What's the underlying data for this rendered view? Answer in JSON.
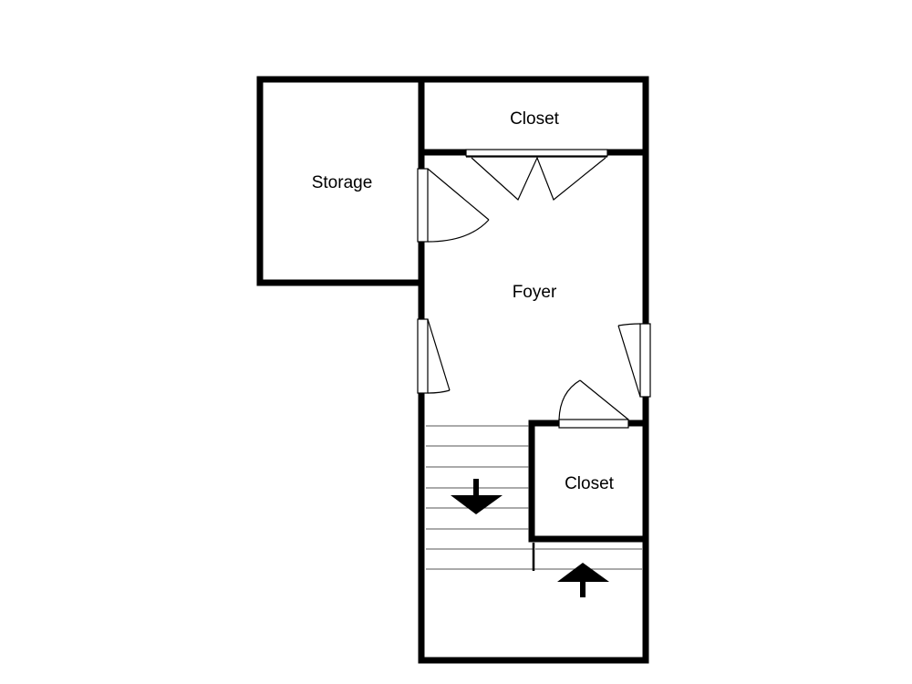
{
  "rooms": {
    "storage": "Storage",
    "closet_top": "Closet",
    "foyer": "Foyer",
    "closet_bottom": "Closet"
  },
  "colors": {
    "wall": "#000000",
    "background": "#ffffff",
    "stair_line": "#555555"
  },
  "icons": {
    "stair_down": "arrow-down-icon",
    "stair_up": "arrow-up-icon"
  }
}
